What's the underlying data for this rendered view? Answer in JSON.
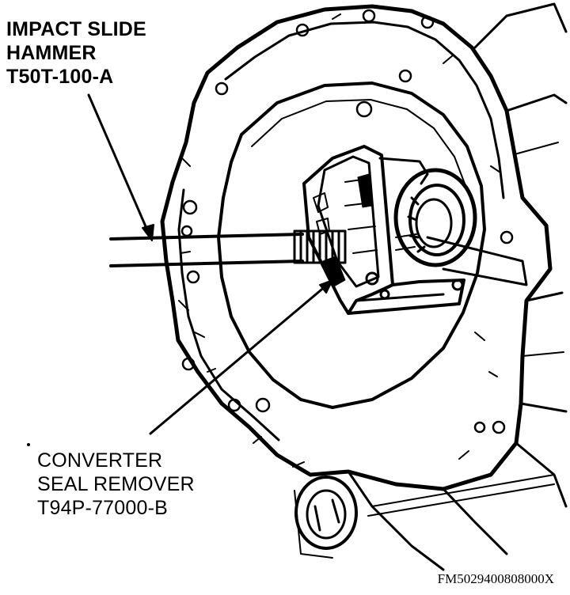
{
  "labels": {
    "slide_hammer": {
      "line1": "IMPACT SLIDE",
      "line2": "HAMMER",
      "line3": "T50T-100-A"
    },
    "seal_remover": {
      "line1": "CONVERTER",
      "line2": "SEAL REMOVER",
      "line3": "T94P-77000-B"
    }
  },
  "figure_code": "FM5029400808000X",
  "colors": {
    "ink": "#000000",
    "paper": "#ffffff"
  }
}
